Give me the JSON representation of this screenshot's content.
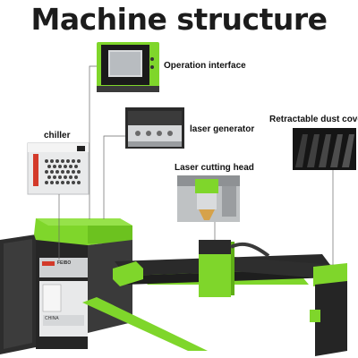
{
  "title": "Machine structure",
  "colors": {
    "accent": "#7fd62b",
    "frame": "#2e2e2e",
    "metal": "#c9cbcd"
  },
  "labels": {
    "operation_interface": "Operation interface",
    "laser_generator": "laser generator",
    "chiller": "chiller",
    "retractable_dust_cover": "Retractable dust cover",
    "laser_cutting_head": "Laser cutting head"
  },
  "cabinet_text": {
    "brand": "FEIBO",
    "plate": "CHINA"
  }
}
